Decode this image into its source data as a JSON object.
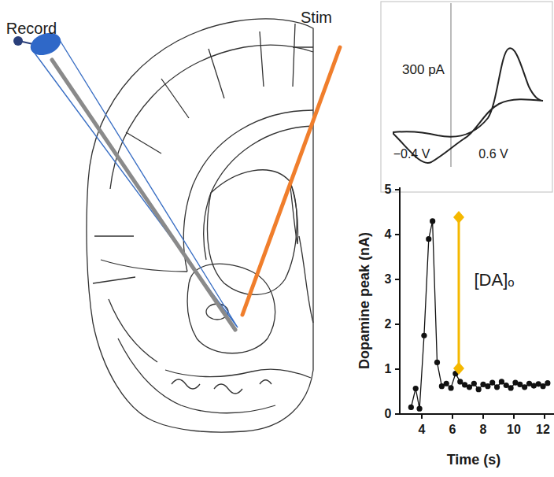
{
  "diagram": {
    "labels": [
      "Record",
      "Stim",
      "300 pA",
      "−0.4 V",
      "0.6 V",
      "Dopamine peak (nA)",
      "Time (s)",
      "0",
      "1",
      "2",
      "3",
      "4",
      "5",
      "4",
      "6",
      "8",
      "10",
      "12",
      "[DA]ₒ"
    ]
  }
}
